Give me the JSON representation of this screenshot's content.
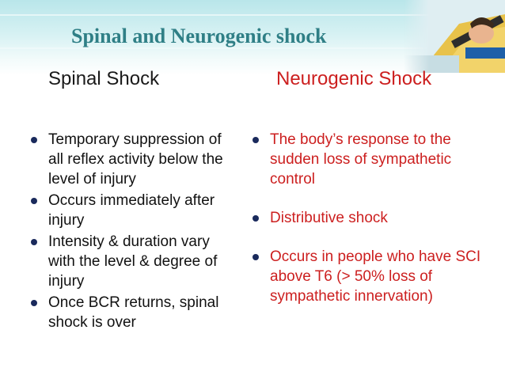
{
  "slide": {
    "title": "Spinal and Neurogenic shock"
  },
  "columns": {
    "left": {
      "heading": "Spinal Shock",
      "bullets": [
        "Temporary suppression of all reflex activity below the level of injury",
        "Occurs immediately after injury",
        "Intensity & duration vary with the level & degree of injury",
        "Once BCR returns, spinal shock is over"
      ]
    },
    "right": {
      "heading": "Neurogenic Shock",
      "bullets": [
        "The body’s response to the sudden loss of sympathetic control",
        "Distributive shock",
        "Occurs in people who have SCI above T6 (> 50% loss of sympathetic innervation)"
      ]
    }
  },
  "colors": {
    "title": "#2f7f86",
    "left_text": "#111111",
    "right_text": "#cc1f1f",
    "bullet": "#1a2a5c"
  },
  "icons": {
    "bullet": "bullet-dot-icon",
    "header_image": "stretcher-patient-photo"
  }
}
